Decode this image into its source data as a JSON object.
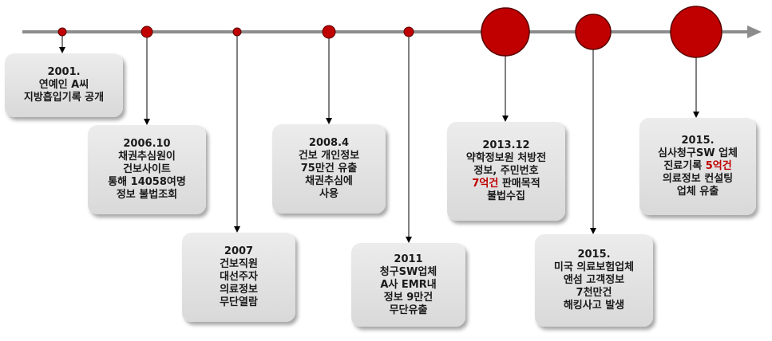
{
  "colors": {
    "axis": "#8c8c8c",
    "marker": "#c00000",
    "box": "#d9d9d9",
    "highlight": "#c00000"
  },
  "events": [
    {
      "id": "2001",
      "date": "2001.",
      "lines": [
        [
          "연예인 A씨"
        ],
        [
          "지방흡입기록 공개"
        ]
      ]
    },
    {
      "id": "2006-10",
      "date": "2006.10",
      "lines": [
        [
          "채권추심원이"
        ],
        [
          "건보사이트"
        ],
        [
          "통해 14058여명"
        ],
        [
          "정보 불법조회"
        ]
      ]
    },
    {
      "id": "2007",
      "date": "2007",
      "lines": [
        [
          "건보직원"
        ],
        [
          "대선주자"
        ],
        [
          "의료정보"
        ],
        [
          "무단열람"
        ]
      ]
    },
    {
      "id": "2008-4",
      "date": "2008.4",
      "lines": [
        [
          "건보 개인정보"
        ],
        [
          "75만건 유출"
        ],
        [
          "채권추심에"
        ],
        [
          "사용"
        ]
      ]
    },
    {
      "id": "2011",
      "date": "2011",
      "lines": [
        [
          "청구SW업체"
        ],
        [
          "A사 EMR내"
        ],
        [
          "정보 9만건"
        ],
        [
          "무단유출"
        ]
      ]
    },
    {
      "id": "2013-12",
      "date": "2013.12",
      "lines": [
        [
          "약학정보원 처방전"
        ],
        [
          "정보, 주민번호"
        ],
        [
          "7억건",
          " 판매목적"
        ],
        [
          "불법수집"
        ]
      ]
    },
    {
      "id": "2015-a",
      "date": "2015.",
      "lines": [
        [
          "미국 의료보험업체"
        ],
        [
          "앤섬 고객정보"
        ],
        [
          "7천만건"
        ],
        [
          "해킹사고 발생"
        ]
      ]
    },
    {
      "id": "2015-b",
      "date": "2015.",
      "lines": [
        [
          "심사청구SW 업체"
        ],
        [
          "진료기록 ",
          "5억건"
        ],
        [
          "의료정보 컨설팅"
        ],
        [
          "업체 유출"
        ]
      ]
    }
  ]
}
